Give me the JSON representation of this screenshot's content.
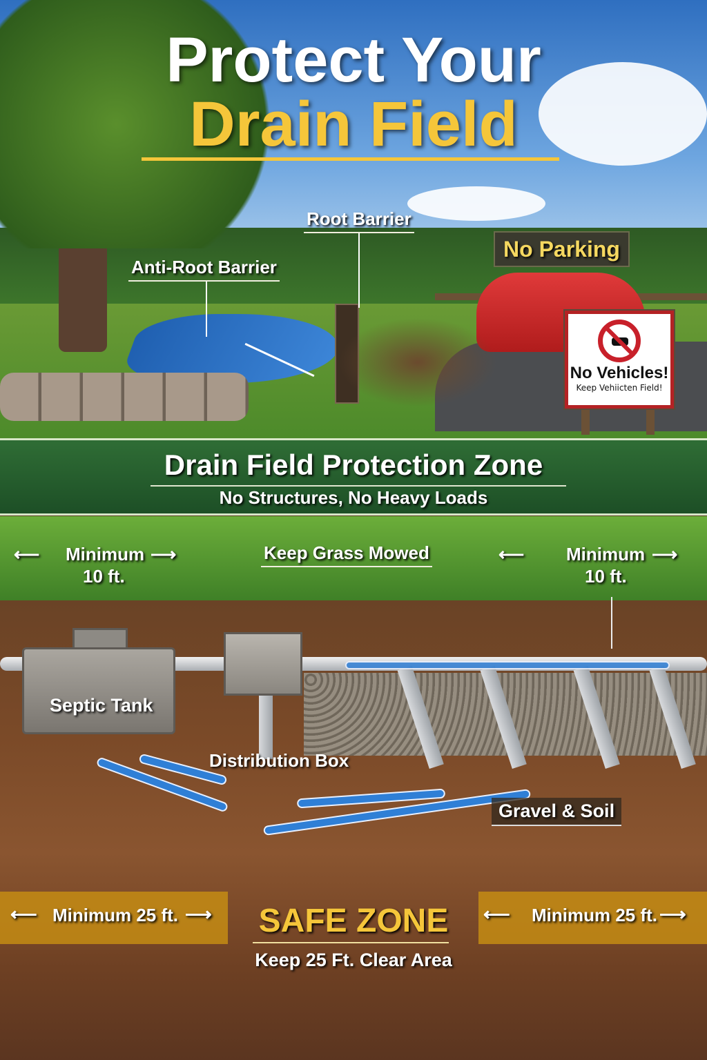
{
  "title": {
    "line1": "Protect Your",
    "line2": "Drain Field"
  },
  "top_labels": {
    "root_barrier": "Root Barrier",
    "anti_root_barrier": "Anti-Root Barrier",
    "no_parking": "No Parking"
  },
  "sign": {
    "title": "No Vehicles!",
    "subtitle": "Keep Vehiicten Field!",
    "icon": "no-vehicles-icon"
  },
  "banner": {
    "title": "Drain Field Protection Zone",
    "subtitle": "No Structures, No Heavy Loads"
  },
  "grass_labels": {
    "left_min": "Minimum",
    "left_dist": "10 ft.",
    "center": "Keep Grass Mowed",
    "right_min": "Minimum",
    "right_dist": "10 ft."
  },
  "system_labels": {
    "septic_tank": "Septic Tank",
    "distribution_box": "Distribution Box",
    "gravel_soil": "Gravel & Soil"
  },
  "safe_zone": {
    "left": "Minimum 25 ft.",
    "right": "Minimum 25 ft.",
    "title": "SAFE ZONE",
    "subtitle": "Keep 25 Ft. Clear Area"
  },
  "colors": {
    "title_accent": "#f5c63a",
    "banner_green": "#1f5a2a",
    "flow_blue": "#2f7fd6",
    "sign_red": "#c8202a"
  }
}
